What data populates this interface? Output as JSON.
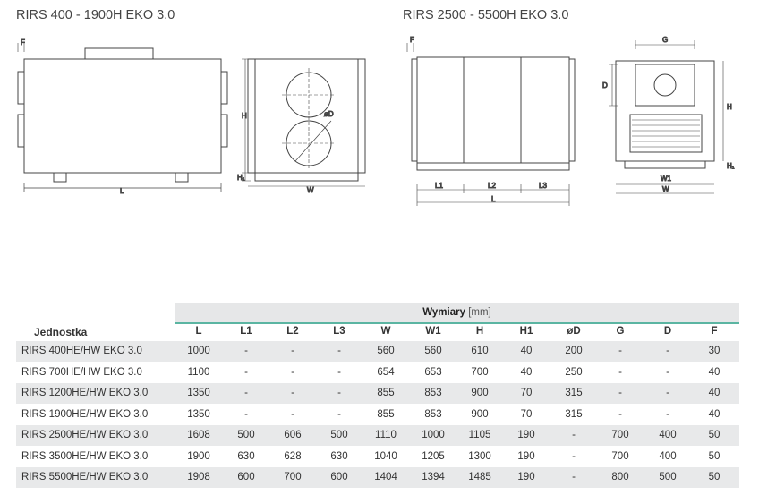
{
  "titles": {
    "left": "RIRS 400 - 1900H EKO 3.0",
    "right": "RIRS 2500 - 5500H EKO 3.0"
  },
  "drawing_labels": {
    "L": "L",
    "W": "W",
    "H": "H",
    "H1": "H₁",
    "F": "F",
    "D": "øD",
    "L1": "L1",
    "L2": "L2",
    "L3": "L3",
    "W1": "W1",
    "G": "G",
    "Dd": "D"
  },
  "table": {
    "group_header": "Wymiary",
    "unit": "[mm]",
    "unit_col": "Jednostka",
    "columns": [
      "L",
      "L1",
      "L2",
      "L3",
      "W",
      "W1",
      "H",
      "H1",
      "øD",
      "G",
      "D",
      "F"
    ],
    "rows": [
      {
        "name": "RIRS 400HE/HW EKO 3.0",
        "v": [
          "1000",
          "-",
          "-",
          "-",
          "560",
          "560",
          "610",
          "40",
          "200",
          "-",
          "-",
          "30"
        ]
      },
      {
        "name": "RIRS 700HE/HW EKO 3.0",
        "v": [
          "1100",
          "-",
          "-",
          "-",
          "654",
          "653",
          "700",
          "40",
          "250",
          "-",
          "-",
          "40"
        ]
      },
      {
        "name": "RIRS 1200HE/HW EKO 3.0",
        "v": [
          "1350",
          "-",
          "-",
          "-",
          "855",
          "853",
          "900",
          "70",
          "315",
          "-",
          "-",
          "40"
        ]
      },
      {
        "name": "RIRS 1900HE/HW EKO 3.0",
        "v": [
          "1350",
          "-",
          "-",
          "-",
          "855",
          "853",
          "900",
          "70",
          "315",
          "-",
          "-",
          "40"
        ]
      },
      {
        "name": "RIRS 2500HE/HW EKO 3.0",
        "v": [
          "1608",
          "500",
          "606",
          "500",
          "1110",
          "1000",
          "1105",
          "190",
          "-",
          "700",
          "400",
          "50"
        ]
      },
      {
        "name": "RIRS 3500HE/HW EKO 3.0",
        "v": [
          "1900",
          "630",
          "628",
          "630",
          "1040",
          "1205",
          "1300",
          "190",
          "-",
          "700",
          "400",
          "50"
        ]
      },
      {
        "name": "RIRS 5500HE/HW EKO 3.0",
        "v": [
          "1908",
          "600",
          "700",
          "600",
          "1404",
          "1394",
          "1485",
          "190",
          "-",
          "800",
          "500",
          "50"
        ]
      }
    ]
  }
}
